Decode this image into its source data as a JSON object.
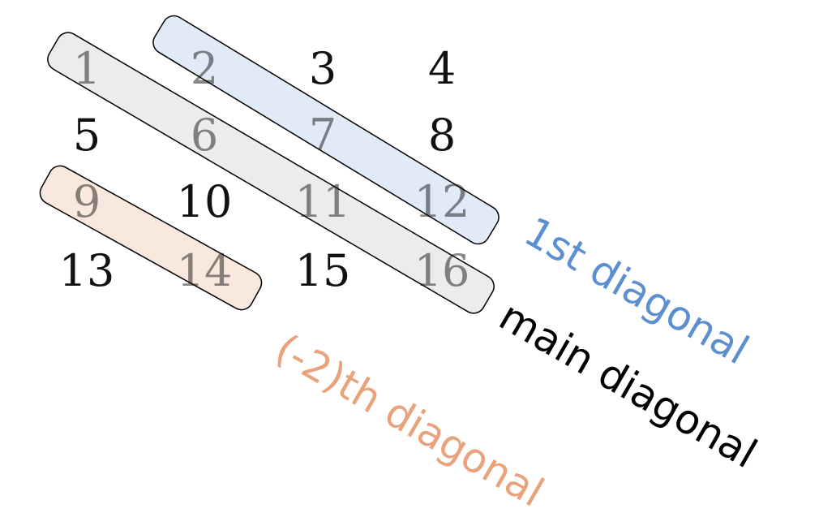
{
  "matrix": {
    "rows": [
      [
        "1",
        "2",
        "3",
        "4"
      ],
      [
        "5",
        "6",
        "7",
        "8"
      ],
      [
        "9",
        "10",
        "11",
        "12"
      ],
      [
        "13",
        "14",
        "15",
        "16"
      ]
    ]
  },
  "diagonals": {
    "first": {
      "label": "1st diagonal",
      "color": "#5b8fd0",
      "fill": "#dbe7f6"
    },
    "main": {
      "label": "main diagonal",
      "color": "#000000",
      "fill": "#e6e6e6"
    },
    "minus_two": {
      "label": "(-2)th diagonal",
      "color": "#e8a27c",
      "fill": "#f8e4d8"
    }
  }
}
